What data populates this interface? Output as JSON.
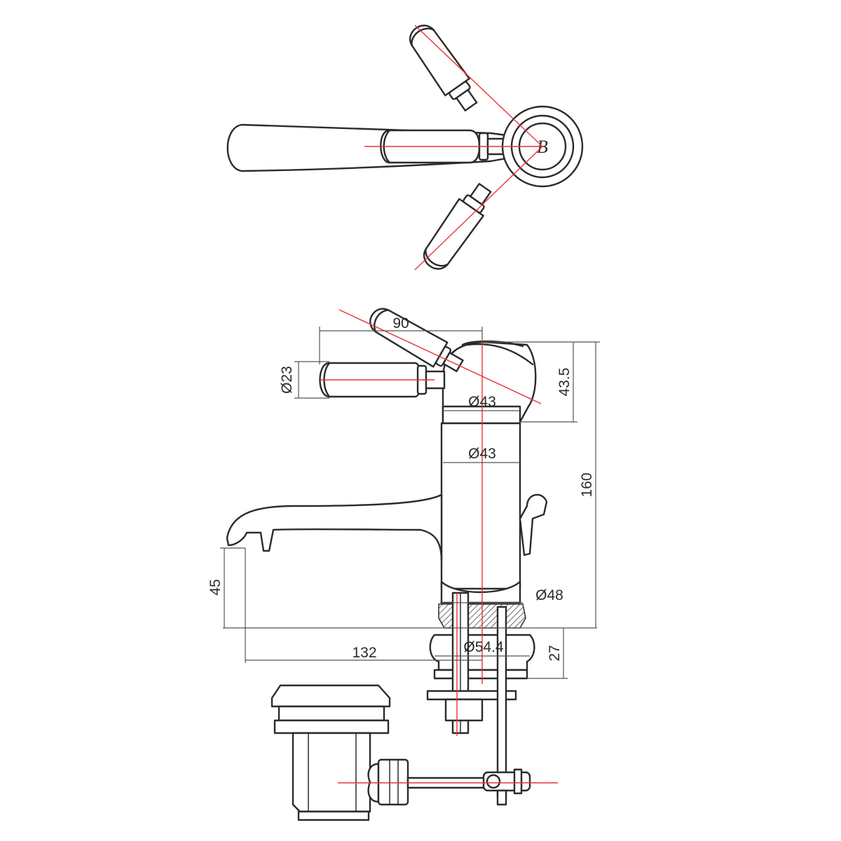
{
  "dimensions": {
    "handle_length": "90",
    "handle_diameter": "Ø23",
    "head_height": "43.5",
    "head_diameter": "Ø43",
    "body_diameter": "Ø43",
    "total_height": "160",
    "spout_height": "45",
    "spout_reach": "132",
    "base_diameter": "Ø48",
    "flange_diameter": "Ø54.4",
    "flange_height": "27"
  },
  "logo": {
    "monogram": "B"
  },
  "colors": {
    "line": "#2b2b2b",
    "axis": "#e8323a"
  }
}
